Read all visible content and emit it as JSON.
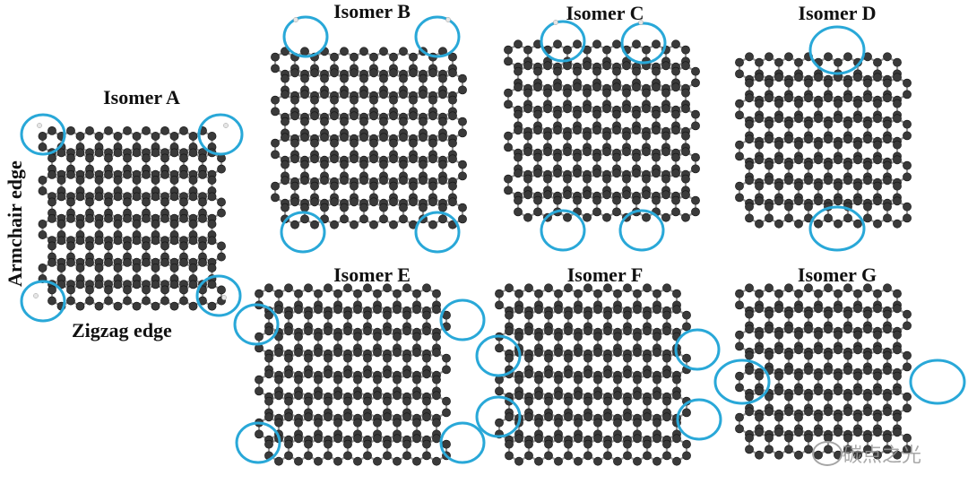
{
  "figure": {
    "side_labels": {
      "armchair": "Armchair edge",
      "zigzag": "Zigzag edge"
    },
    "highlight_color": "#29a8d8",
    "carbon_color": "#3a3a3a",
    "hydrogen_color": "#e6e6e6",
    "panels": [
      {
        "id": "A",
        "title": "Isomer A",
        "defect": "methyl groups at 4 corners",
        "circles": 4
      },
      {
        "id": "B",
        "title": "Isomer B",
        "defect": "methyl groups at 4 edge sites",
        "circles": 4
      },
      {
        "id": "C",
        "title": "Isomer C",
        "defect": "methyl groups at 4 edge sites",
        "circles": 4
      },
      {
        "id": "D",
        "title": "Isomer D",
        "defect": "pentagon rings at 2 edges",
        "circles": 2
      },
      {
        "id": "E",
        "title": "Isomer E",
        "defect": "methyl groups at 4 corners",
        "circles": 4
      },
      {
        "id": "F",
        "title": "Isomer F",
        "defect": "methyl groups at 4 side sites",
        "circles": 4
      },
      {
        "id": "G",
        "title": "Isomer G",
        "defect": "four-membered rings at 2 edges",
        "circles": 2
      }
    ],
    "watermark": "碳点之光"
  }
}
